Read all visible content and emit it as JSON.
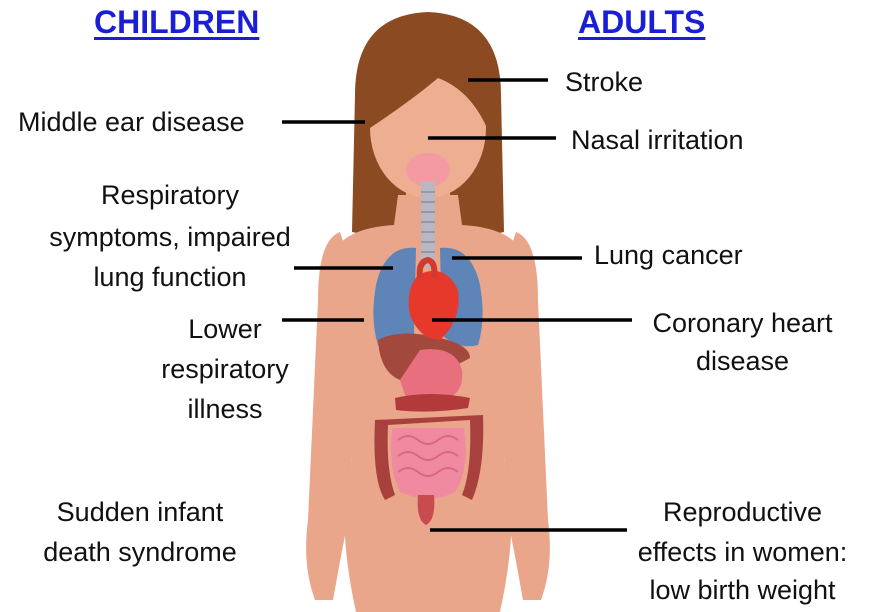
{
  "headers": {
    "children": "CHILDREN",
    "adults": "ADULTS"
  },
  "children_effects": [
    "Middle ear disease",
    "Respiratory",
    "symptoms, impaired",
    "lung function",
    "Lower",
    "respiratory",
    "illness",
    "Sudden infant",
    "death syndrome"
  ],
  "adult_effects": [
    "Stroke",
    "Nasal irritation",
    "Lung cancer",
    "Coronary heart",
    "disease",
    "Reproductive",
    "effects in women:",
    "low birth weight"
  ],
  "colors": {
    "header": "#1a1fd6",
    "skin": "#e9a68a",
    "hair": "#8b4a22",
    "lungs": "#5f84b8",
    "heart": "#e6392b",
    "liver": "#a3483c",
    "intestine": "#f08aa0",
    "leader_line": "#000000"
  }
}
